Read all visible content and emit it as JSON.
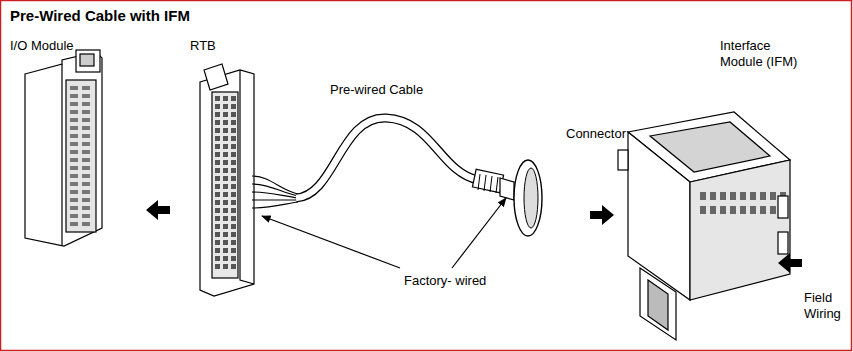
{
  "diagram": {
    "title": "Pre-Wired Cable with IFM",
    "labels": [
      "I/O Module",
      "RTB",
      "Pre-wired Cable",
      "Connector",
      "Interface Module (IFM)",
      "Factory- wired",
      "Field Wiring"
    ]
  }
}
